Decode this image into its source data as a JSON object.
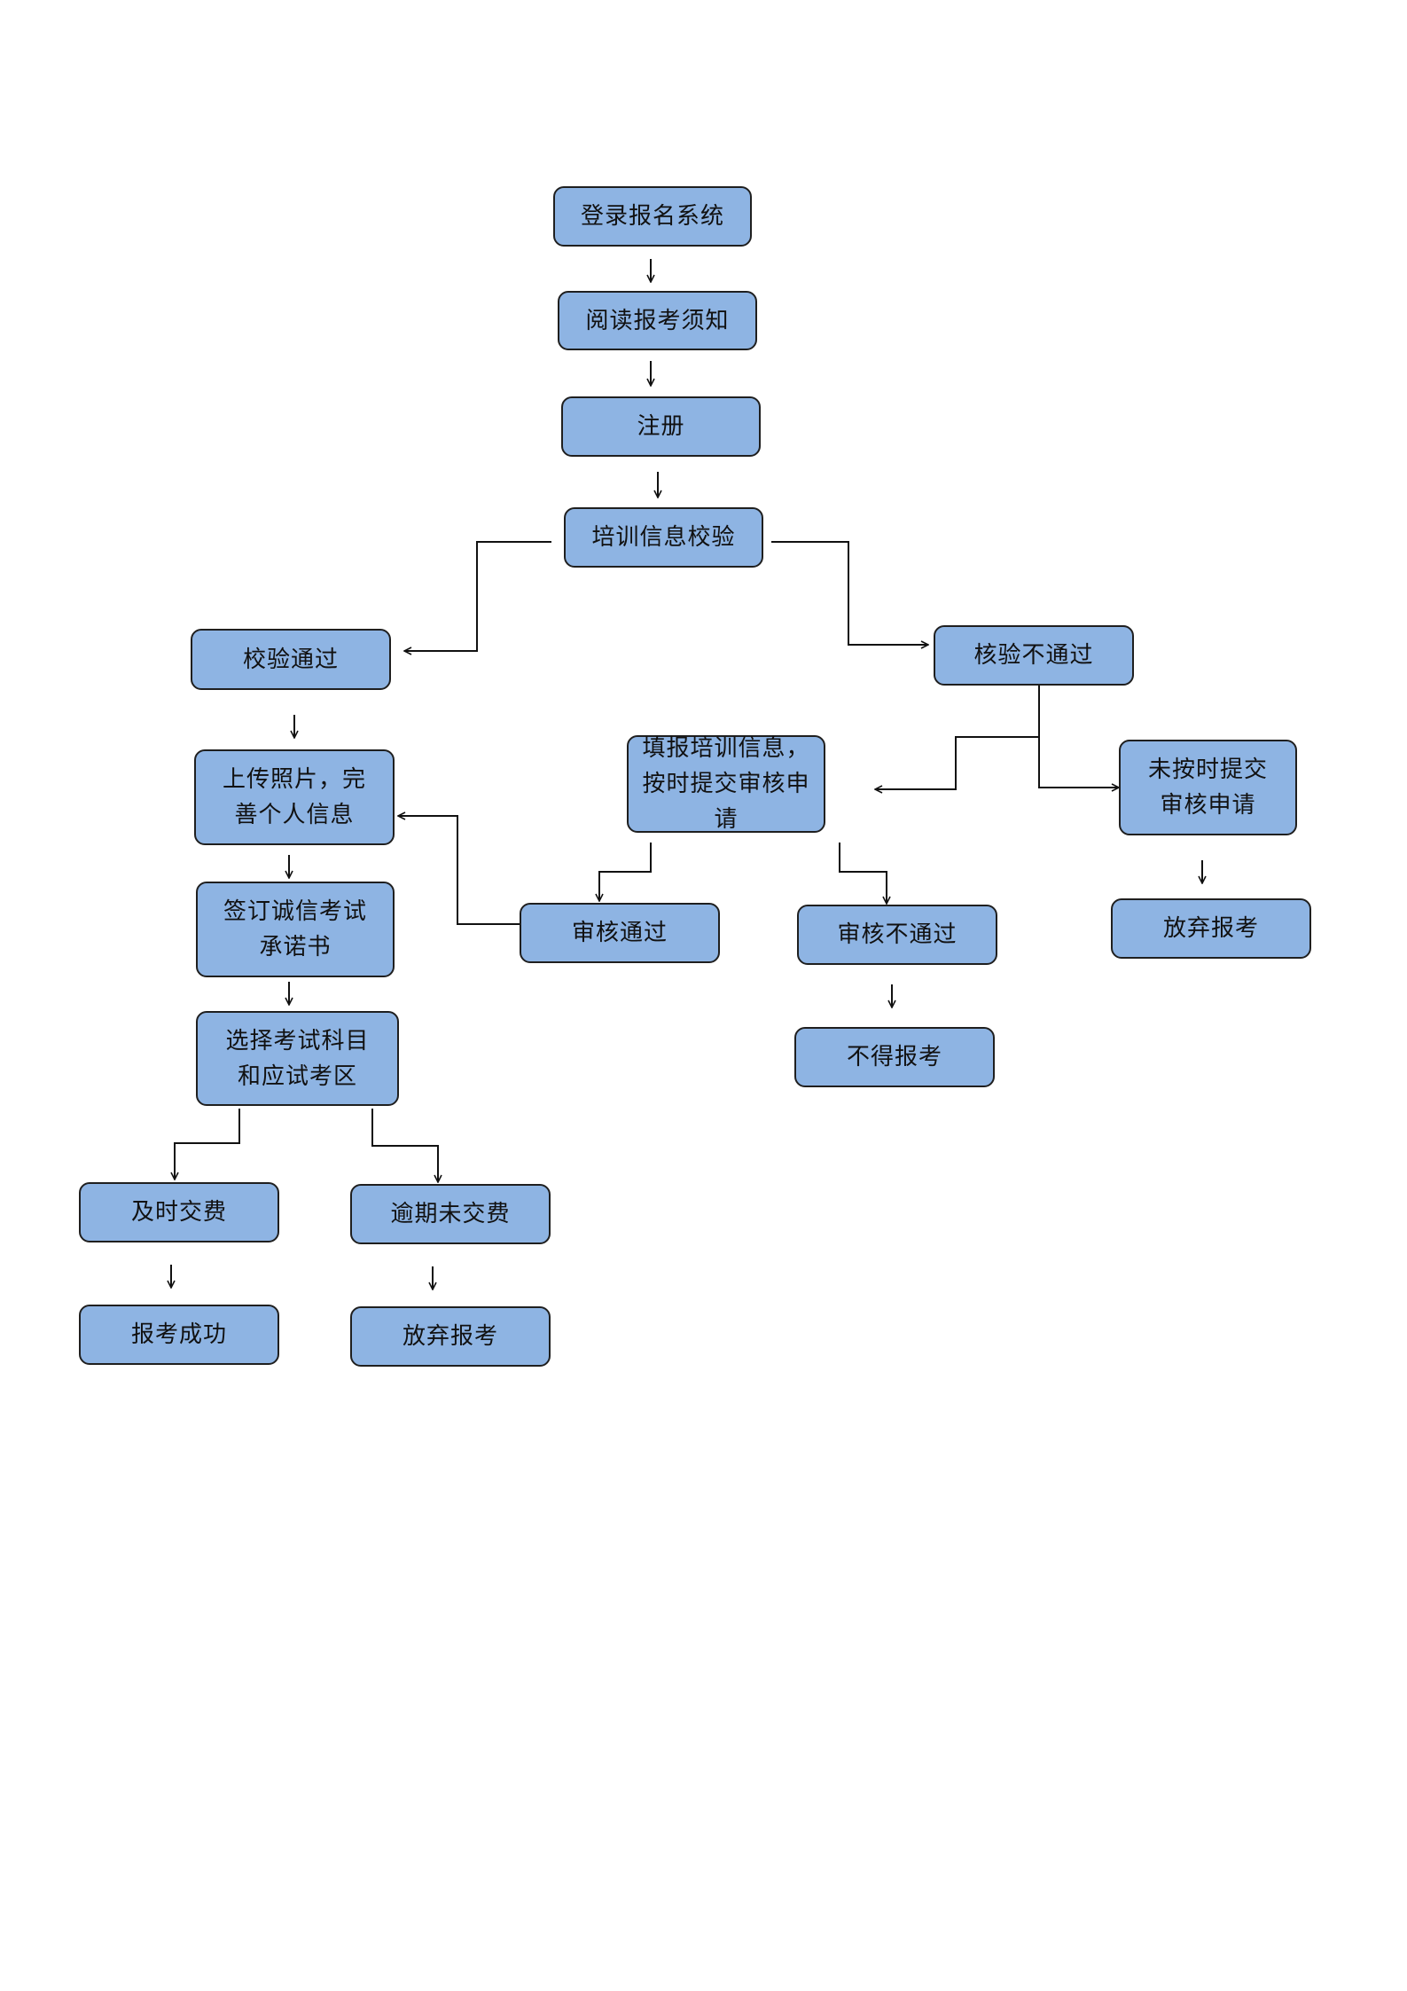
{
  "nodes": {
    "login": "登录报名系统",
    "read_notice": "阅读报考须知",
    "register": "注册",
    "training_check": "培训信息校验",
    "check_pass": "校验通过",
    "check_fail": "核验不通过",
    "upload_photo": "上传照片，完善个人信息",
    "fill_training": "填报培训信息，按时提交审核申请",
    "not_submitted": "未按时提交审核申请",
    "sign_pledge": "签订诚信考试承诺书",
    "review_pass": "审核通过",
    "review_fail": "审核不通过",
    "give_up_right": "放弃报考",
    "cannot_apply": "不得报考",
    "select_subject": "选择考试科目和应试考区",
    "pay_on_time": "及时交费",
    "overdue_unpaid": "逾期未交费",
    "apply_success": "报考成功",
    "give_up_left": "放弃报考"
  },
  "colors": {
    "node_fill": "#8eb4e3",
    "node_border": "#1f1f1f",
    "connector": "#111111"
  }
}
